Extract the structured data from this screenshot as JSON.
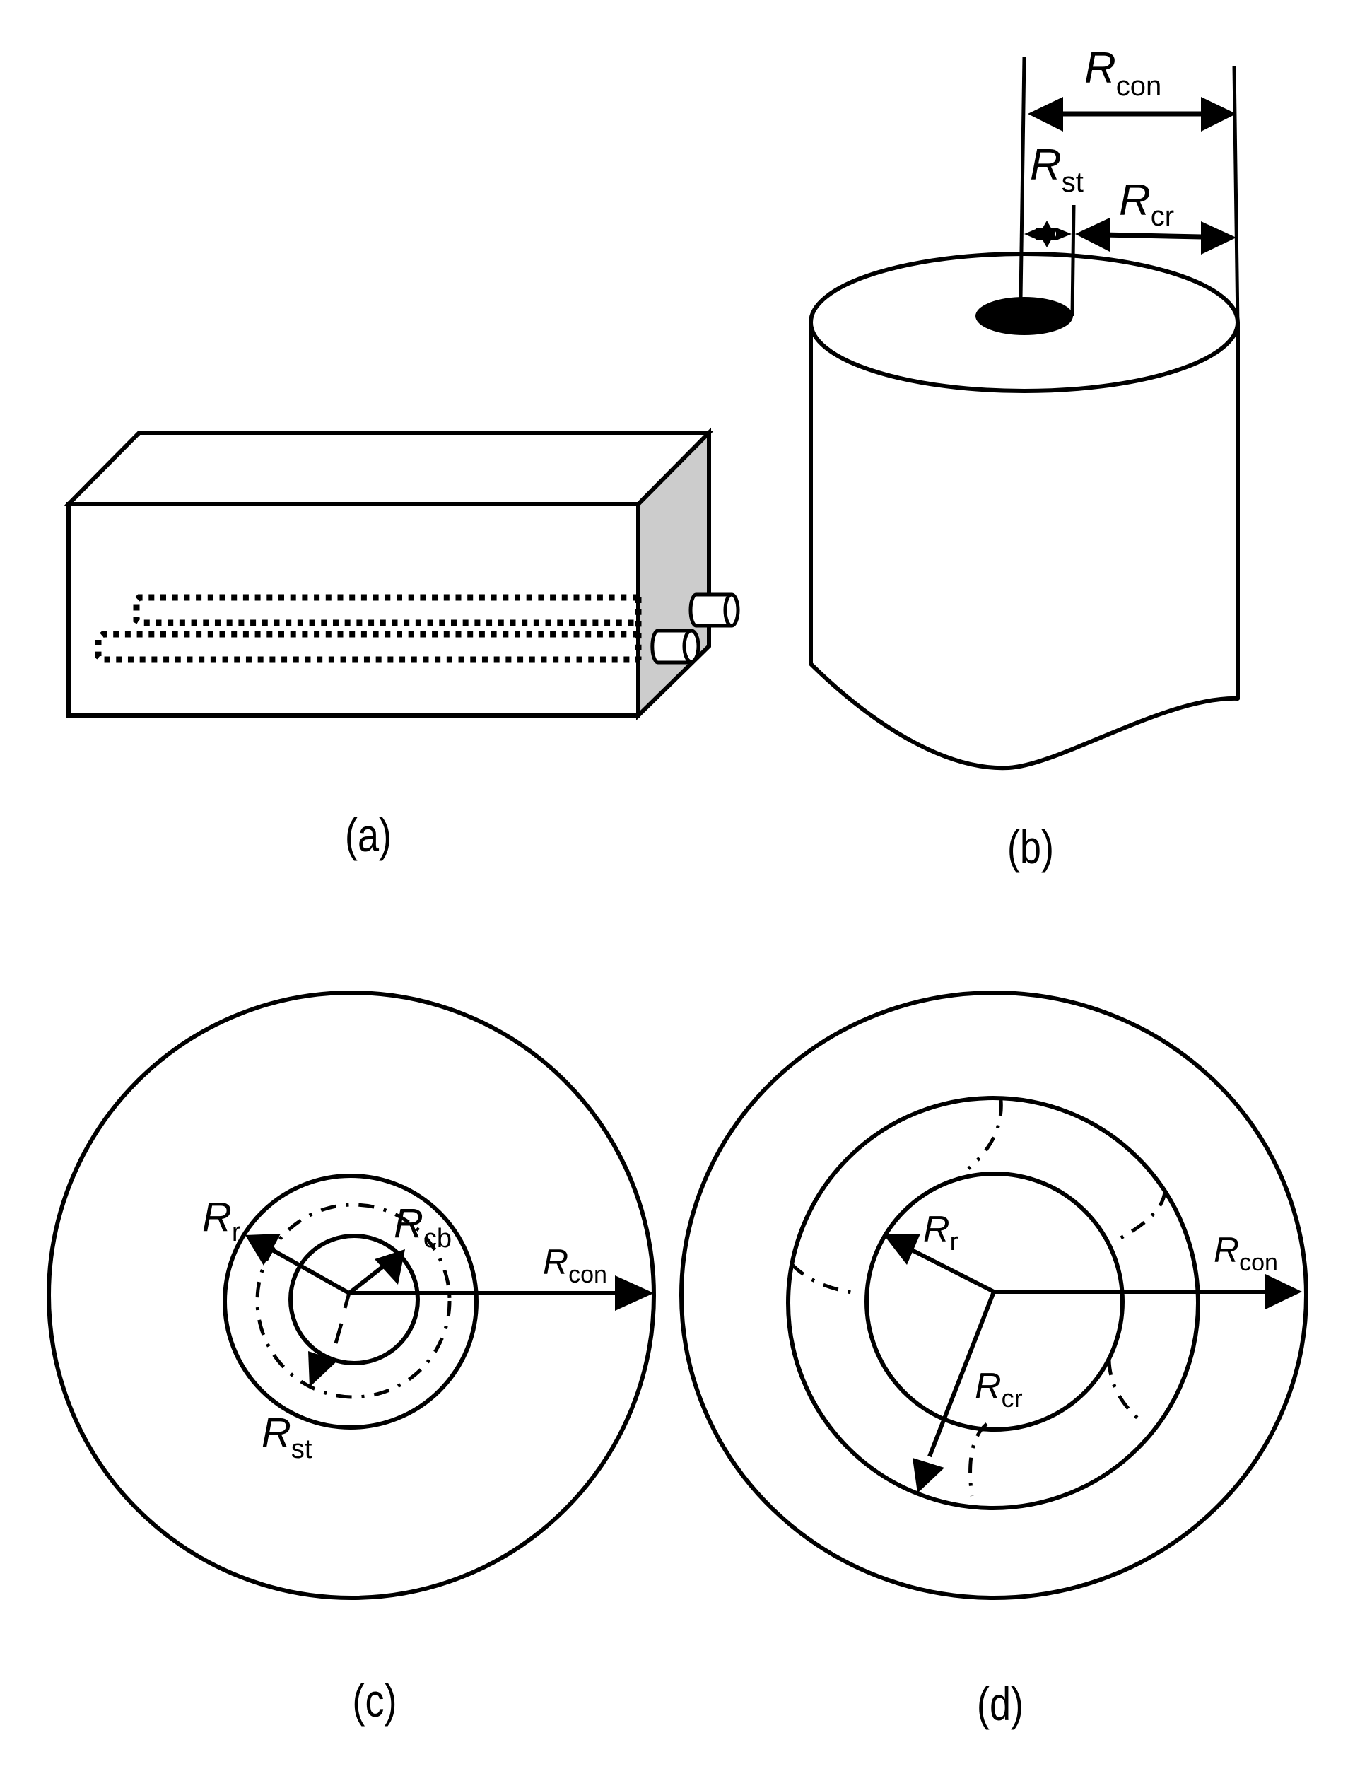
{
  "figure": {
    "panels": [
      {
        "id": "a",
        "caption": "(a)",
        "description": "rectangular block with embedded U-shaped dotted pipe loops and two protruding pipe outlets",
        "colors": {
          "side_face": "#cccccc",
          "stroke": "#000000"
        }
      },
      {
        "id": "b",
        "caption": "(b)",
        "description": "cylinder with central black hole",
        "labels": {
          "r_con": {
            "symbol": "R",
            "subscript": "con"
          },
          "r_st": {
            "symbol": "R",
            "subscript": "st"
          },
          "r_cr": {
            "symbol": "R",
            "subscript": "cr"
          }
        }
      },
      {
        "id": "c",
        "caption": "(c)",
        "description": "concentric circles top view with dash-dot circle",
        "labels": {
          "r_r": {
            "symbol": "R",
            "subscript": "r"
          },
          "r_cb": {
            "symbol": "R",
            "subscript": "cb"
          },
          "r_con": {
            "symbol": "R",
            "subscript": "con"
          },
          "r_st": {
            "symbol": "R",
            "subscript": "st"
          }
        }
      },
      {
        "id": "d",
        "caption": "(d)",
        "description": "concentric circles top view with radial dash-dot cracks",
        "labels": {
          "r_r": {
            "symbol": "R",
            "subscript": "r"
          },
          "r_con": {
            "symbol": "R",
            "subscript": "con"
          },
          "r_cr": {
            "symbol": "R",
            "subscript": "cr"
          }
        }
      }
    ]
  }
}
